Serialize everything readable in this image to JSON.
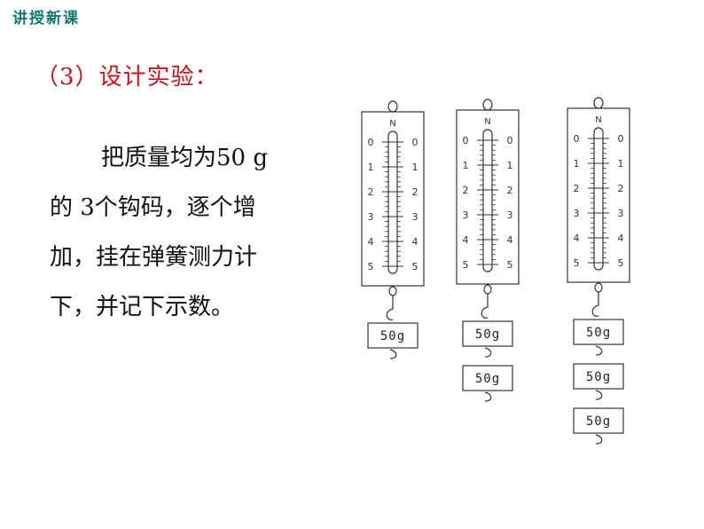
{
  "header": {
    "tag": "讲授新课"
  },
  "section": {
    "title": "（3）设计实验："
  },
  "body": {
    "lines": [
      "把质量均为50 g",
      "的 3个钩码，逐个增",
      "加，挂在弹簧测力计",
      "下，并记下示数。"
    ]
  },
  "scales": {
    "unit": "N",
    "tick_labels": [
      "0",
      "1",
      "2",
      "3",
      "4",
      "5"
    ],
    "weight_label": "50g",
    "mass_counts": [
      1,
      2,
      3
    ]
  }
}
